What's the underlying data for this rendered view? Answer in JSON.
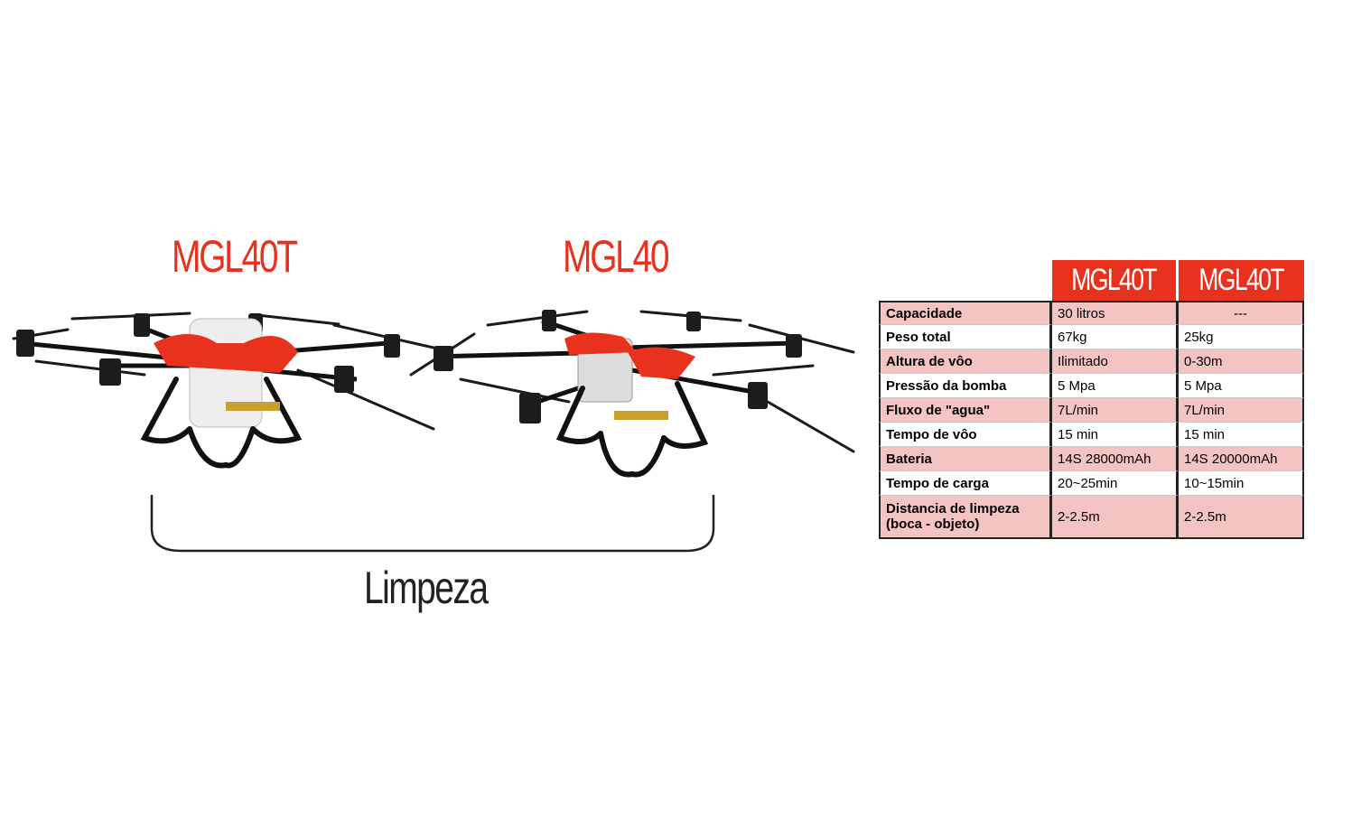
{
  "models": {
    "left_title": "MGL40T",
    "right_title": "MGL40"
  },
  "caption": "Limpeza",
  "colors": {
    "accent": "#e8321e",
    "row_pink": "#f3c4c2",
    "frame": "#222222"
  },
  "table": {
    "headers": [
      "MGL40T",
      "MGL40T"
    ],
    "rows": [
      {
        "label": "Capacidade",
        "v1": "30 litros",
        "v2": "---"
      },
      {
        "label": "Peso total",
        "v1": "67kg",
        "v2": "25kg"
      },
      {
        "label": "Altura de vôo",
        "v1": "Ilimitado",
        "v2": "0-30m"
      },
      {
        "label": "Pressão da bomba",
        "v1": "5 Mpa",
        "v2": "5 Mpa"
      },
      {
        "label": "Fluxo de \"agua\"",
        "v1": "7L/min",
        "v2": "7L/min"
      },
      {
        "label": "Tempo de vôo",
        "v1": "15 min",
        "v2": "15 min"
      },
      {
        "label": "Bateria",
        "v1": "14S 28000mAh",
        "v2": "14S 20000mAh"
      },
      {
        "label": "Tempo de carga",
        "v1": "20~25min",
        "v2": "10~15min"
      },
      {
        "label_line1": "Distancia de limpeza",
        "label_line2": "(boca - objeto)",
        "v1": "2-2.5m",
        "v2": "2-2.5m"
      }
    ]
  }
}
